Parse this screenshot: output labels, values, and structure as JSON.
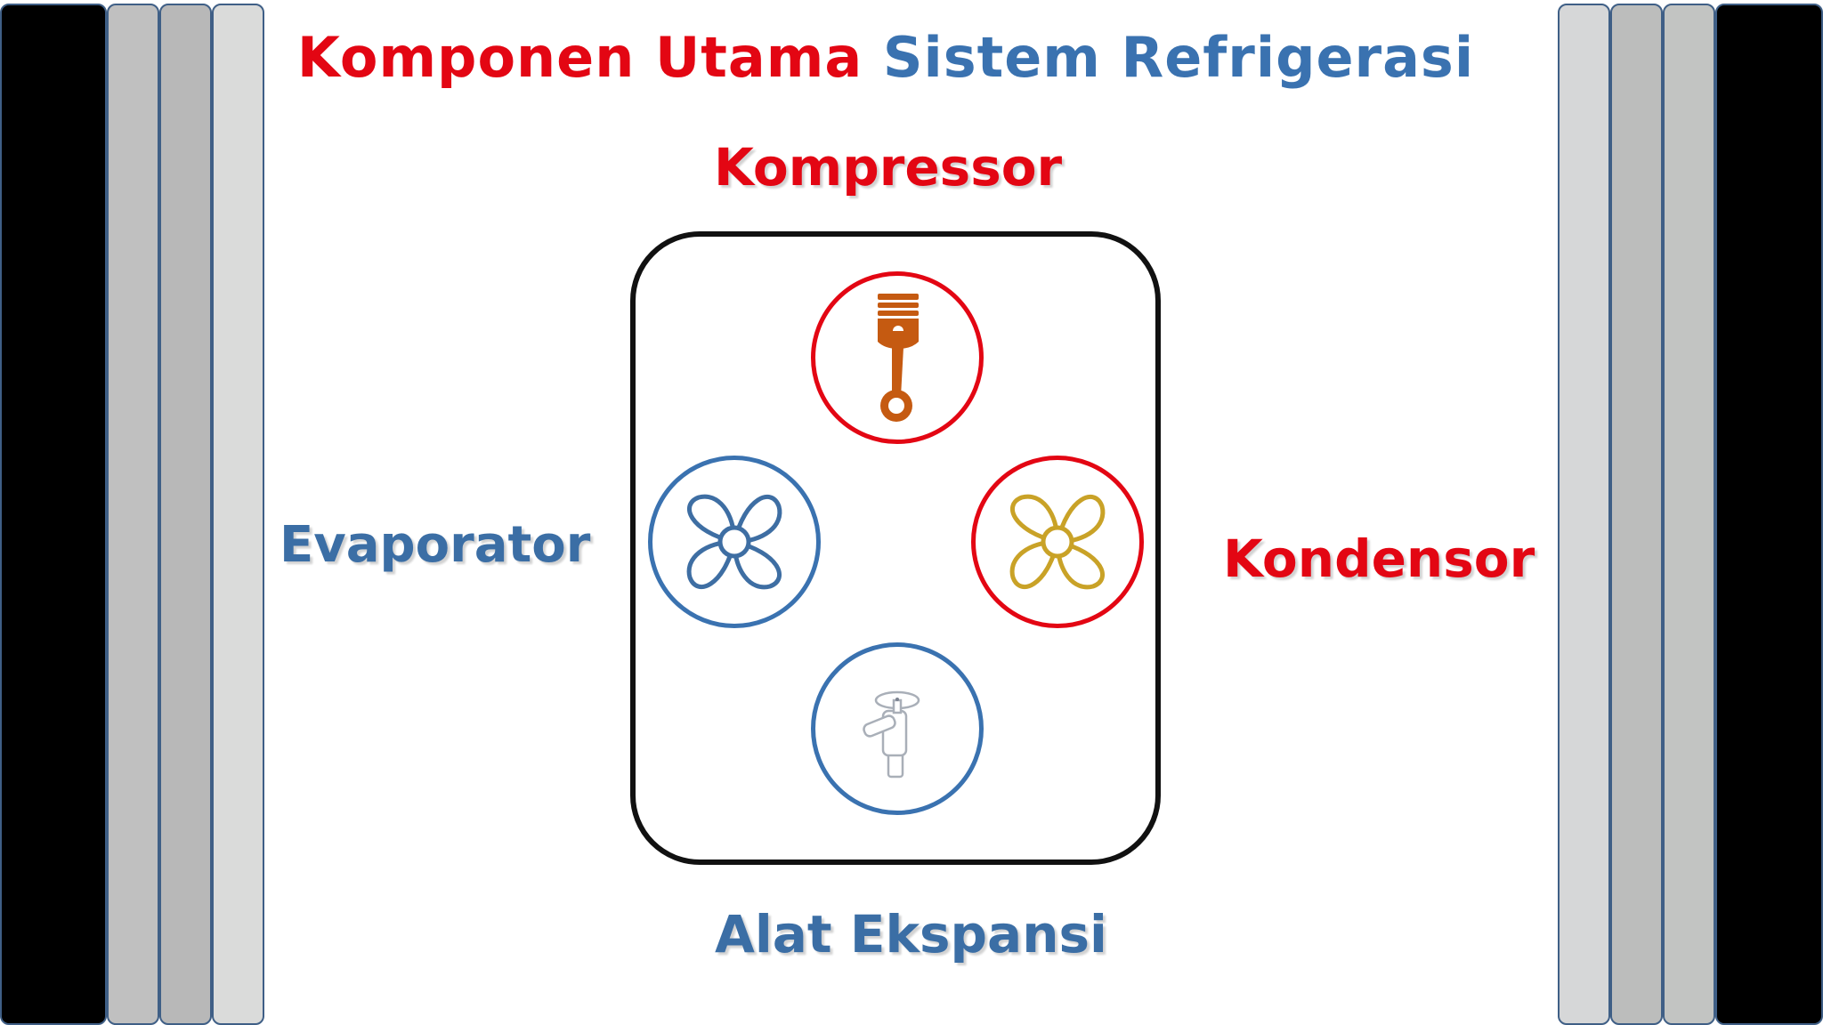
{
  "title": {
    "part1": "Komponen Utama",
    "part2": "Sistem Refrigerasi"
  },
  "components": {
    "compressor": "Kompressor",
    "condenser": "Kondensor",
    "evaporator": "Evaporator",
    "expansion": "Alat Ekspansi"
  },
  "colors": {
    "red": "#e30613",
    "blue": "#3a72b0",
    "label_blue": "#3b6ea5",
    "piston": "#c55a11",
    "fan_gold": "#c9a227",
    "fan_blue": "#3e6ea3",
    "frame": "#111111"
  },
  "icons": {
    "compressor": "piston-icon",
    "condenser": "fan-icon",
    "evaporator": "fan-icon",
    "expansion": "valve-icon"
  }
}
